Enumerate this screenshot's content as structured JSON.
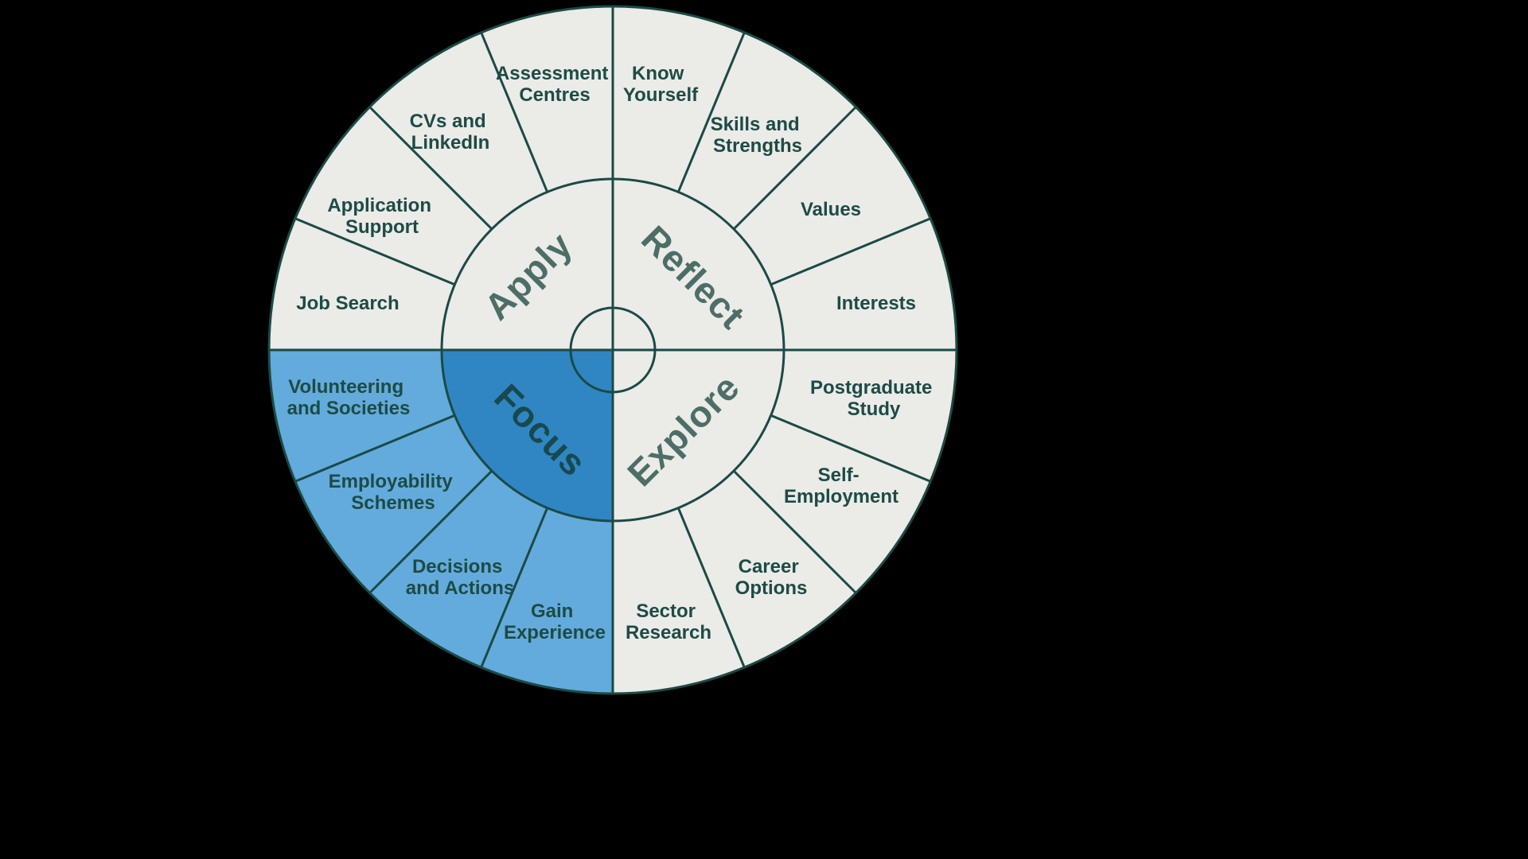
{
  "colors": {
    "background": "#000000",
    "segment_default": "#ebebe8",
    "segment_highlight": "#62abdc",
    "quadrant_highlight": "#2f86c2",
    "outline": "#1b4a45",
    "label_text": "#1d4b45",
    "quadrant_word": "#4c6e67",
    "quadrant_word_highlight": "#17494e",
    "center_fill": "#ffffff"
  },
  "wheel": {
    "quadrants": [
      {
        "name": "Reflect",
        "highlighted": false,
        "segments": [
          {
            "label": "Know Yourself",
            "lines": [
              "Know",
              "Yourself"
            ]
          },
          {
            "label": "Skills and Strengths",
            "lines": [
              "Skills and",
              "Strengths"
            ]
          },
          {
            "label": "Values",
            "lines": [
              "Values"
            ]
          },
          {
            "label": "Interests",
            "lines": [
              "Interests"
            ]
          }
        ]
      },
      {
        "name": "Explore",
        "highlighted": false,
        "segments": [
          {
            "label": "Postgraduate Study",
            "lines": [
              "Postgraduate",
              "Study"
            ]
          },
          {
            "label": "Self-Employment",
            "lines": [
              "Self-",
              "Employment"
            ]
          },
          {
            "label": "Career Options",
            "lines": [
              "Career",
              "Options"
            ]
          },
          {
            "label": "Sector Research",
            "lines": [
              "Sector",
              "Research"
            ]
          }
        ]
      },
      {
        "name": "Focus",
        "highlighted": true,
        "segments": [
          {
            "label": "Gain Experience",
            "lines": [
              "Gain",
              "Experience"
            ]
          },
          {
            "label": "Decisions and Actions",
            "lines": [
              "Decisions",
              "and Actions"
            ]
          },
          {
            "label": "Employability Schemes",
            "lines": [
              "Employability",
              "Schemes"
            ]
          },
          {
            "label": "Volunteering and Societies",
            "lines": [
              "Volunteering",
              "and Societies"
            ]
          }
        ]
      },
      {
        "name": "Apply",
        "highlighted": false,
        "segments": [
          {
            "label": "Job Search",
            "lines": [
              "Job Search"
            ]
          },
          {
            "label": "Application Support",
            "lines": [
              "Application",
              "Support"
            ]
          },
          {
            "label": "CVs and LinkedIn",
            "lines": [
              "CVs and",
              "LinkedIn"
            ]
          },
          {
            "label": "Assessment Centres",
            "lines": [
              "Assessment",
              "Centres"
            ]
          }
        ]
      }
    ]
  }
}
